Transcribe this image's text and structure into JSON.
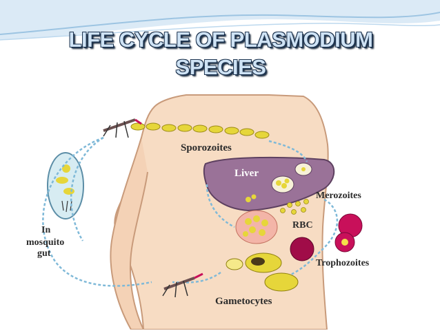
{
  "slide": {
    "title_line1": "LIFE CYCLE OF PLASMODIUM",
    "title_line2": "SPECIES"
  },
  "diagram": {
    "labels": {
      "sporozoites": "Sporozoites",
      "liver": "Liver",
      "merozoites": "Merozoites",
      "rbc": "RBC",
      "trophozoites": "Trophozoites",
      "gametocytes": "Gametocytes",
      "in_mosquito_gut_1": "In",
      "in_mosquito_gut_2": "mosquito",
      "in_mosquito_gut_3": "gut"
    },
    "colors": {
      "skin": "#f7dcc3",
      "skin_outline": "#c89a7a",
      "liver": "#9a7298",
      "arrow": "#7fb9d8",
      "parasite": "#e6d63a",
      "rbc": "#c8105a",
      "header_band": "#cfe3f3"
    }
  }
}
